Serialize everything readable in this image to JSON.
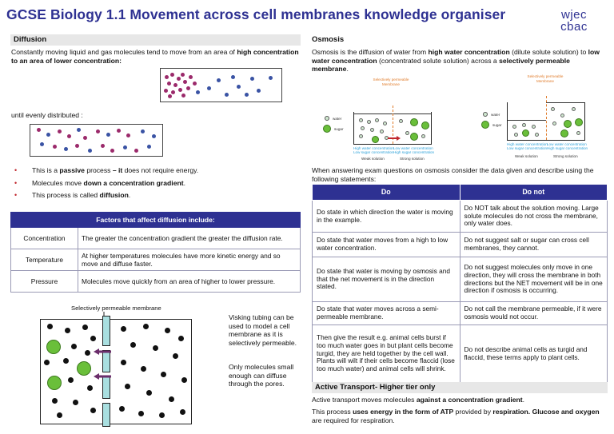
{
  "title": "GCSE Biology 1.1 Movement across cell membranes knowledge organiser",
  "logo": {
    "line1": "wjec",
    "line2": "cbac"
  },
  "diffusion": {
    "heading": "Diffusion",
    "intro_prefix": "Constantly moving liquid and gas molecules tend to move from an area of ",
    "intro_bold": "high concentration to an area of lower concentration:",
    "until_text": "until evenly distributed :",
    "bullets": [
      {
        "pre": "This is a ",
        "bold": "passive",
        "mid": " process ",
        "bold2": "– it",
        "post": " does not require energy."
      },
      {
        "pre": "Molecules move ",
        "bold": "down a concentration gradient",
        "mid": "",
        "bold2": "",
        "post": "."
      },
      {
        "pre": "This process is called ",
        "bold": "diffusion",
        "mid": "",
        "bold2": "",
        "post": "."
      }
    ],
    "factors_header": "Factors that affect diffusion include:",
    "factors": [
      {
        "name": "Concentration",
        "desc": "The greater the concentration gradient the greater the diffusion rate."
      },
      {
        "name": "Temperature",
        "desc": "At higher temperatures molecules have more kinetic energy and so move and diffuse faster."
      },
      {
        "name": "Pressure",
        "desc": "Molecules move quickly from an area of higher to lower pressure."
      }
    ],
    "membrane_label": "Selectively permeable membrane",
    "visking_text": "Visking tubing can be used to model a cell membrane as it is selectively permeable.",
    "pores_text": "Only molecules small enough can diffuse through the pores."
  },
  "osmosis": {
    "heading": "Osmosis",
    "def_1": "Osmosis is the diffusion of water from ",
    "def_2": "high water concentration",
    "def_3": " (dilute solute solution) to ",
    "def_4": "low water concentration",
    "def_5": " (concentrated solute solution) across a ",
    "def_6": "selectively permeable membrane",
    "def_7": ".",
    "diagram_labels": {
      "membrane": "Selectively permeable Membrane",
      "water": "water",
      "sugar": "sugar",
      "high_water": "High water concentration",
      "low_sugar": "Low sugar concentration",
      "low_water": "Low water concentration",
      "high_sugar": "High sugar concentration",
      "weak": "Weak solution",
      "strong": "Strong solution"
    },
    "exam_text": "When answering exam questions on osmosis consider the data given and describe using the following statements:",
    "do_header": "Do",
    "donot_header": "Do not",
    "rows": [
      {
        "do": "Do state in which direction the water is moving in the example.",
        "dont": "Do NOT talk about the solution moving. Large solute molecules do not cross the membrane, only water does."
      },
      {
        "do": "Do state that water moves from a high to low water concentration.",
        "dont": "Do not suggest salt or sugar can cross cell membranes, they cannot."
      },
      {
        "do": "Do state that water is moving by osmosis and that the net movement is in the direction stated.",
        "dont": "Do not suggest molecules only move in one direction, they will cross the membrane in both directions but the NET movement will be in one direction if osmosis is occurring."
      },
      {
        "do": "Do state that water moves across a semi-permeable membrane.",
        "dont": "Do not call the membrane permeable, if it were osmosis would not occur."
      },
      {
        "do": "Then give the result e.g. animal cells burst if too much water goes in but plant cells become turgid, they are held together by the cell wall.  Plants will wilt if their cells become flaccid (lose too much water) and animal cells will shrink.",
        "dont": "Do not describe animal cells as turgid and flaccid, these terms apply to plant cells."
      }
    ]
  },
  "active": {
    "heading": "Active Transport- Higher tier only",
    "p1_pre": "Active transport moves molecules ",
    "p1_bold": "against a concentration gradient",
    "p1_post": ".",
    "p2_pre": "This process ",
    "p2_bold": "uses energy in the form of ATP",
    "p2_mid": " provided by ",
    "p2_bold2": "respiration. Glucose and oxygen",
    "p2_post": " are required for respiration."
  },
  "colors": {
    "brand_blue": "#2e3192",
    "molecule_purple": "#9b2a6b",
    "molecule_blue": "#3a53a4",
    "large_green": "#6abf3a",
    "tube": "#a9dfe0"
  }
}
